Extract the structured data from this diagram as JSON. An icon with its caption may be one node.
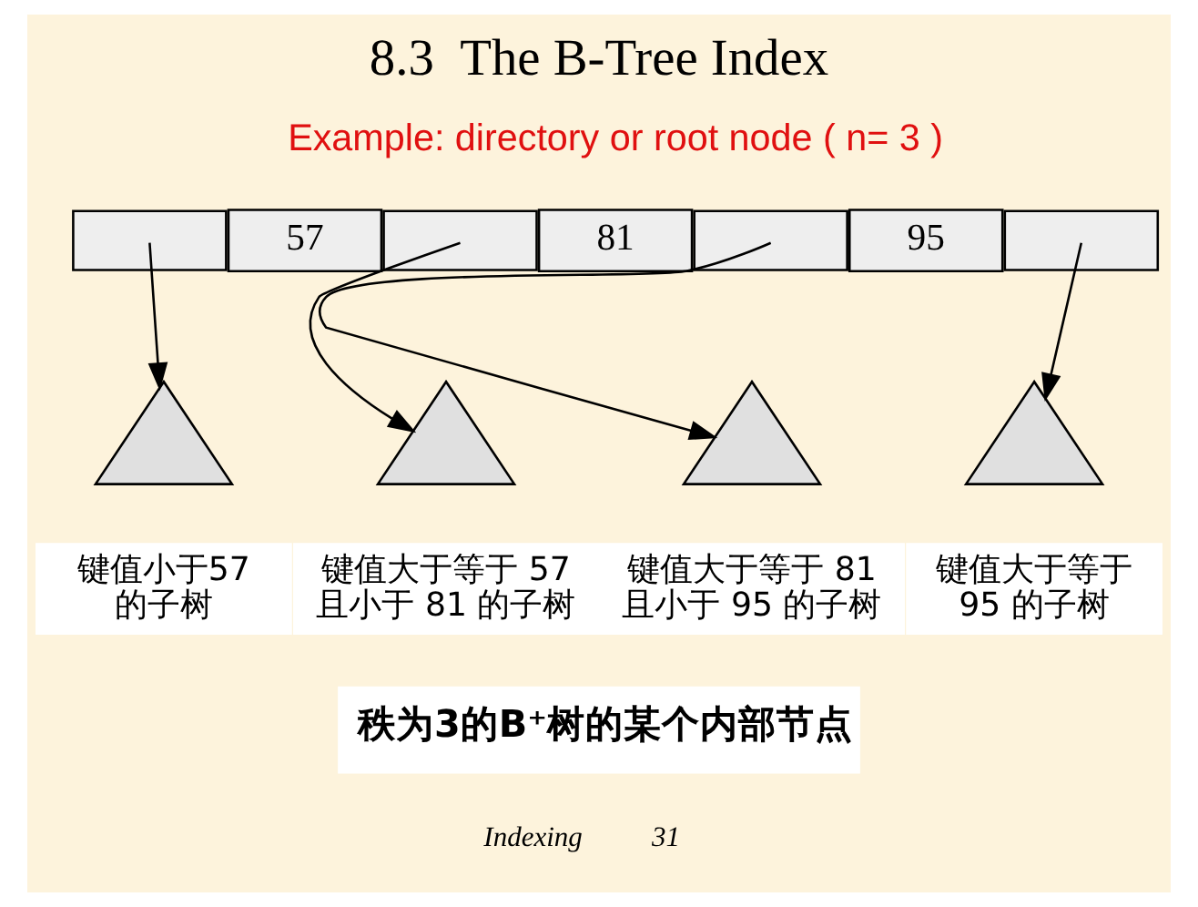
{
  "diagram": {
    "title": "8.3  The B-Tree Index",
    "caption": "秩为3的B⁺树的某个内部节点",
    "nodes": [
      {
        "text": [],
        "shape": "box"
      },
      {
        "text": [
          "57"
        ]
      },
      {
        "text": [],
        "shape": "box"
      },
      {
        "text": [
          "81"
        ]
      },
      {
        "text": [],
        "shape": "box"
      },
      {
        "text": [
          "95"
        ]
      },
      {
        "text": [],
        "shape": "box"
      },
      {
        "text": [],
        "shape": "triangle",
        "beside": [
          "键值小于57 的子树"
        ]
      },
      {
        "text": [],
        "shape": "triangle",
        "beside": [
          "键值大于等于 57 且小于 81 的子树"
        ]
      },
      {
        "text": [],
        "shape": "triangle",
        "beside": [
          "键值大于等于 81 且小于 95 的子树"
        ]
      },
      {
        "text": [],
        "shape": "triangle",
        "beside": [
          "键值大于等于 95 的子树"
        ]
      }
    ],
    "edges": [
      {
        "from": 0,
        "to": 7,
        "arrow": "to"
      },
      {
        "from": 2,
        "to": 8,
        "arrow": "to"
      },
      {
        "from": 4,
        "to": 9,
        "arrow": "to"
      },
      {
        "from": 6,
        "to": 10,
        "arrow": "to"
      }
    ],
    "labels": [
      "Example: directory or root node ( n= 3 )",
      "Indexing",
      "31"
    ]
  }
}
